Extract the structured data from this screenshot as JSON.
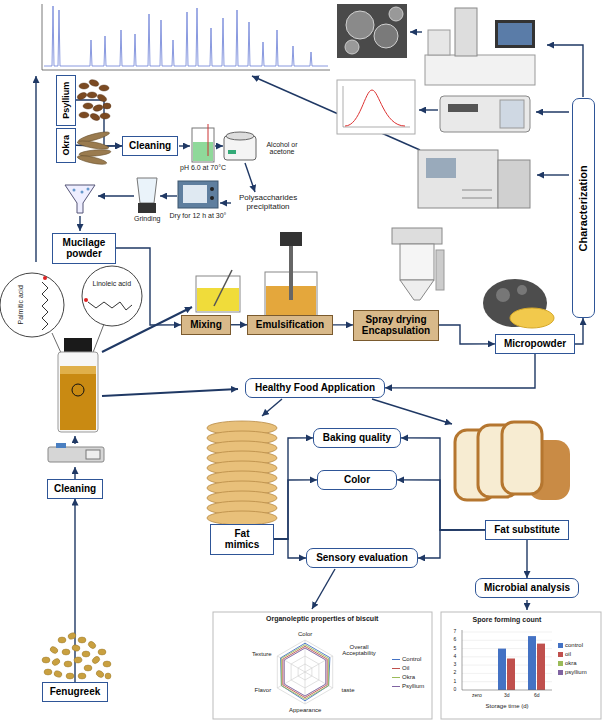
{
  "diagram": {
    "nodes": [
      {
        "text": [
          "Psyllium"
        ]
      },
      {
        "text": [
          "Okra"
        ]
      },
      {
        "text": [
          "Cleaning"
        ]
      },
      {
        "text": [
          "Characterization"
        ]
      },
      {
        "text": [
          "Mucilage powder"
        ]
      },
      {
        "text": [
          "Mixing"
        ]
      },
      {
        "text": [
          "Emulsification"
        ]
      },
      {
        "text": [
          "Spray drying Encapsulation"
        ]
      },
      {
        "text": [
          "Micropowder"
        ]
      },
      {
        "text": [
          "Healthy Food Application"
        ]
      },
      {
        "text": [
          "Baking quality"
        ]
      },
      {
        "text": [
          "Color"
        ]
      },
      {
        "text": [
          "Fat mimics"
        ]
      },
      {
        "text": [
          "Fat substitute"
        ]
      },
      {
        "text": [
          "Cleaning"
        ]
      },
      {
        "text": [
          "Sensory evaluation"
        ]
      },
      {
        "text": [
          "Microbial analysis"
        ]
      },
      {
        "text": [
          "Fenugreek"
        ]
      }
    ],
    "edges": [
      {
        "from": 0,
        "to": 2,
        "arrow": "to"
      },
      {
        "from": 1,
        "to": 2,
        "arrow": "to"
      },
      {
        "from": 4,
        "to": 5,
        "arrow": "to"
      },
      {
        "from": 5,
        "to": 6,
        "arrow": "to"
      },
      {
        "from": 6,
        "to": 7,
        "arrow": "to"
      },
      {
        "from": 7,
        "to": 8,
        "arrow": "to"
      },
      {
        "from": 8,
        "to": 3,
        "arrow": "to"
      },
      {
        "from": 8,
        "to": 9,
        "arrow": "to"
      },
      {
        "from": 12,
        "to": 10,
        "arrow": "to"
      },
      {
        "from": 12,
        "to": 11,
        "arrow": "to"
      },
      {
        "from": 12,
        "to": 15,
        "arrow": "to"
      },
      {
        "from": 13,
        "to": 10,
        "arrow": "to"
      },
      {
        "from": 13,
        "to": 11,
        "arrow": "to"
      },
      {
        "from": 13,
        "to": 15,
        "arrow": "to"
      },
      {
        "from": 13,
        "to": 16,
        "arrow": "to"
      },
      {
        "from": 17,
        "to": 14,
        "arrow": "to"
      }
    ],
    "labels": [
      "pH 6.0 at 70°C",
      "Alcohol or acetone",
      "Polysaccharides precipitation",
      "Dry for 12 h at 30°",
      "Grinding",
      "Palmitic acid",
      "Linoleic acid",
      "Organoleptic properties of biscuit",
      "Color",
      "Overall Acceptability",
      "taste",
      "Appearance",
      "Flavor",
      "Texture",
      "Spore forming count",
      "zero",
      "3d",
      "6d",
      "Storage time (d)",
      "0",
      "1",
      "2",
      "3",
      "4",
      "5",
      "6",
      "7"
    ],
    "legend": [
      {
        "text": "Control"
      },
      {
        "text": "Oil"
      },
      {
        "text": "Okra"
      },
      {
        "text": "Psyllium"
      },
      {
        "text": "control",
        "color": "#4472c4"
      },
      {
        "text": "oil",
        "color": "#c0504d"
      },
      {
        "text": "okra",
        "color": "#9bbb59"
      },
      {
        "text": "psyllium",
        "color": "#8064a2"
      }
    ]
  }
}
